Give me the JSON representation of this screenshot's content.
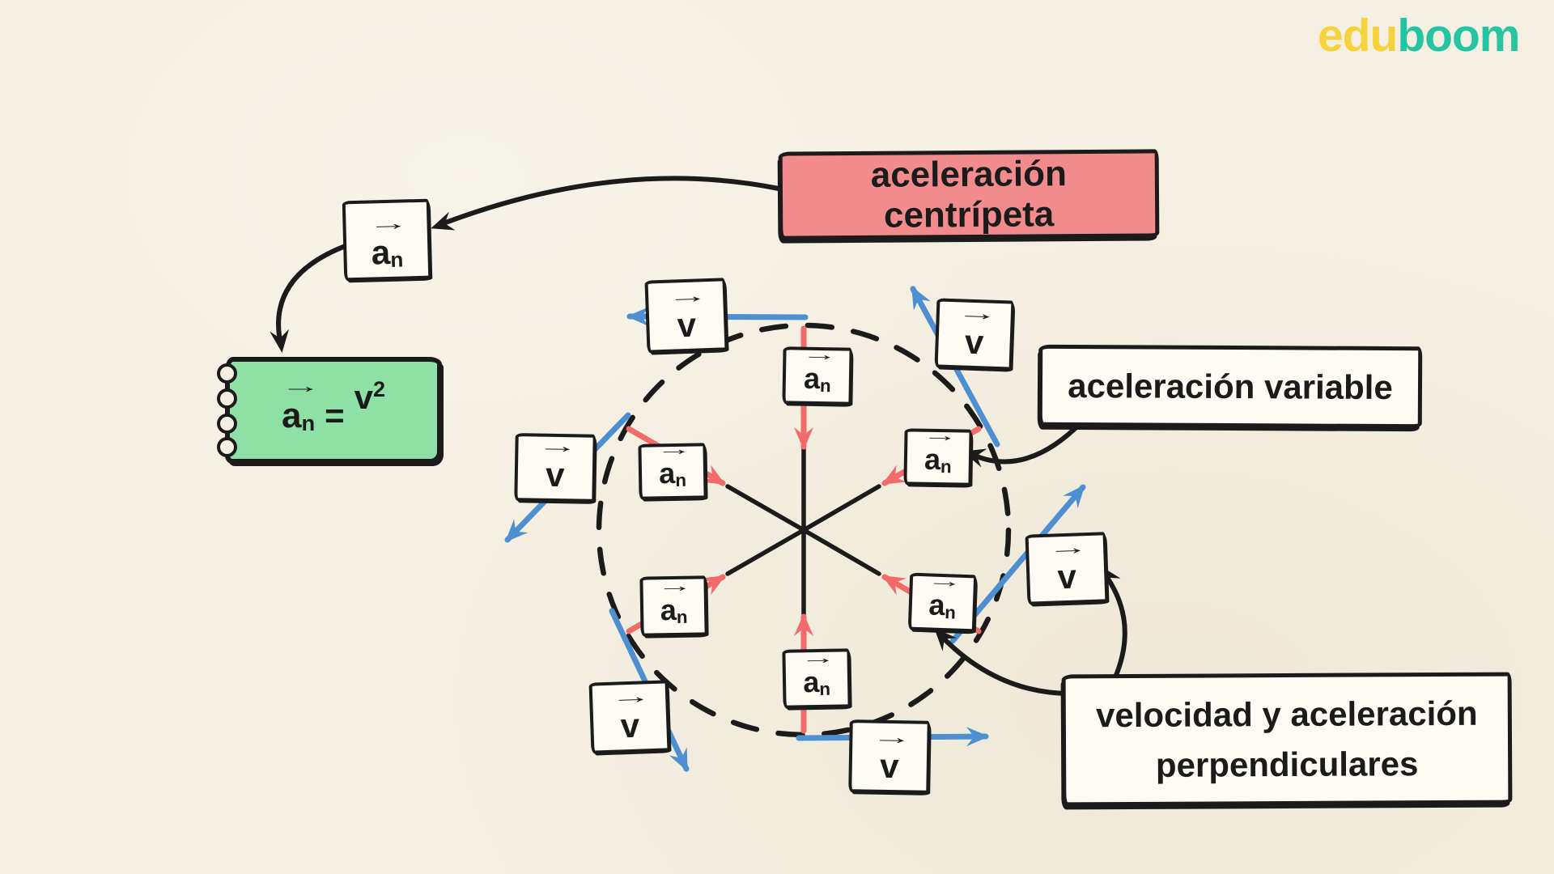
{
  "colors": {
    "background": "#F4EFE1",
    "ink": "#1B1B1B",
    "red_arrow": "#F16B6B",
    "blue_arrow": "#4D8FD1",
    "label_red_bg": "#F28B8B",
    "formula_green_bg": "#8EE0A4",
    "sticker_bg": "#FDFBF4",
    "logo_yellow": "#F6D33B",
    "logo_teal": "#25C5A4"
  },
  "logo": {
    "part1": "edu",
    "part2": "boom"
  },
  "labels": {
    "centripetal": "aceleración centrípeta",
    "variable": "aceleración variable",
    "perpendicular_line1": "velocidad y aceleración",
    "perpendicular_line2": "perpendiculares"
  },
  "formula": {
    "lhs_base": "a",
    "lhs_sub": "n",
    "equals": "=",
    "rhs_base": "v",
    "rhs_sup": "2"
  },
  "vectors": {
    "acceleration": {
      "base": "a",
      "sub": "n"
    },
    "velocity": {
      "base": "v"
    }
  },
  "icons": {
    "vector_arrow": "→"
  }
}
